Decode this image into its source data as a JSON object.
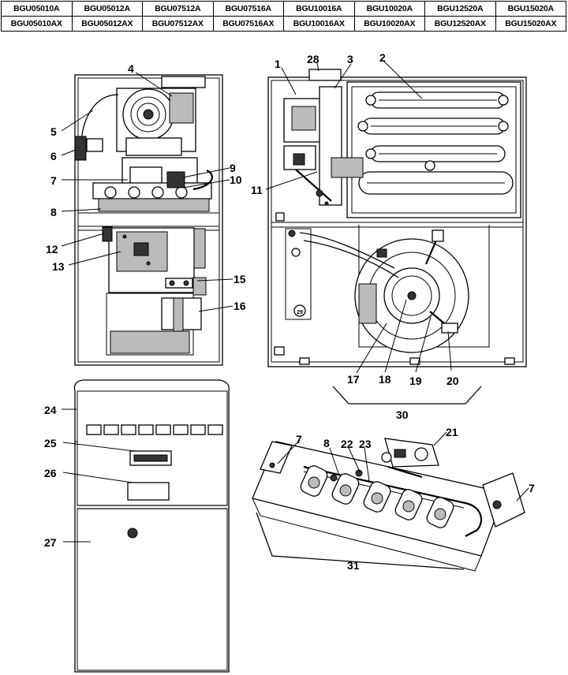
{
  "model_table": {
    "row1": [
      "BGU05010A",
      "BGU05012A",
      "BGU07512A",
      "BGU07516A",
      "BGU10016A",
      "BGU10020A",
      "BGU12520A",
      "BGU15020A"
    ],
    "row2": [
      "BGU05010AX",
      "BGU05012AX",
      "BGU07512AX",
      "BGU07516AX",
      "BGU10016AX",
      "BGU10020AX",
      "BGU12520AX",
      "BGU15020AX"
    ]
  },
  "callouts": {
    "c1": "1",
    "c2": "2",
    "c3": "3",
    "c4": "4",
    "c5": "5",
    "c6": "6",
    "c7a": "7",
    "c7b": "7",
    "c7c": "7",
    "c8a": "8",
    "c8b": "8",
    "c9": "9",
    "c10": "10",
    "c11": "11",
    "c12": "12",
    "c13": "13",
    "c15": "15",
    "c16": "16",
    "c17": "17",
    "c18": "18",
    "c19": "19",
    "c20": "20",
    "c21": "21",
    "c22": "22",
    "c23": "23",
    "c24": "24",
    "c25": "25",
    "c26": "26",
    "c27": "27",
    "c28": "28",
    "c29": "29",
    "c30": "30",
    "c31": "31"
  }
}
